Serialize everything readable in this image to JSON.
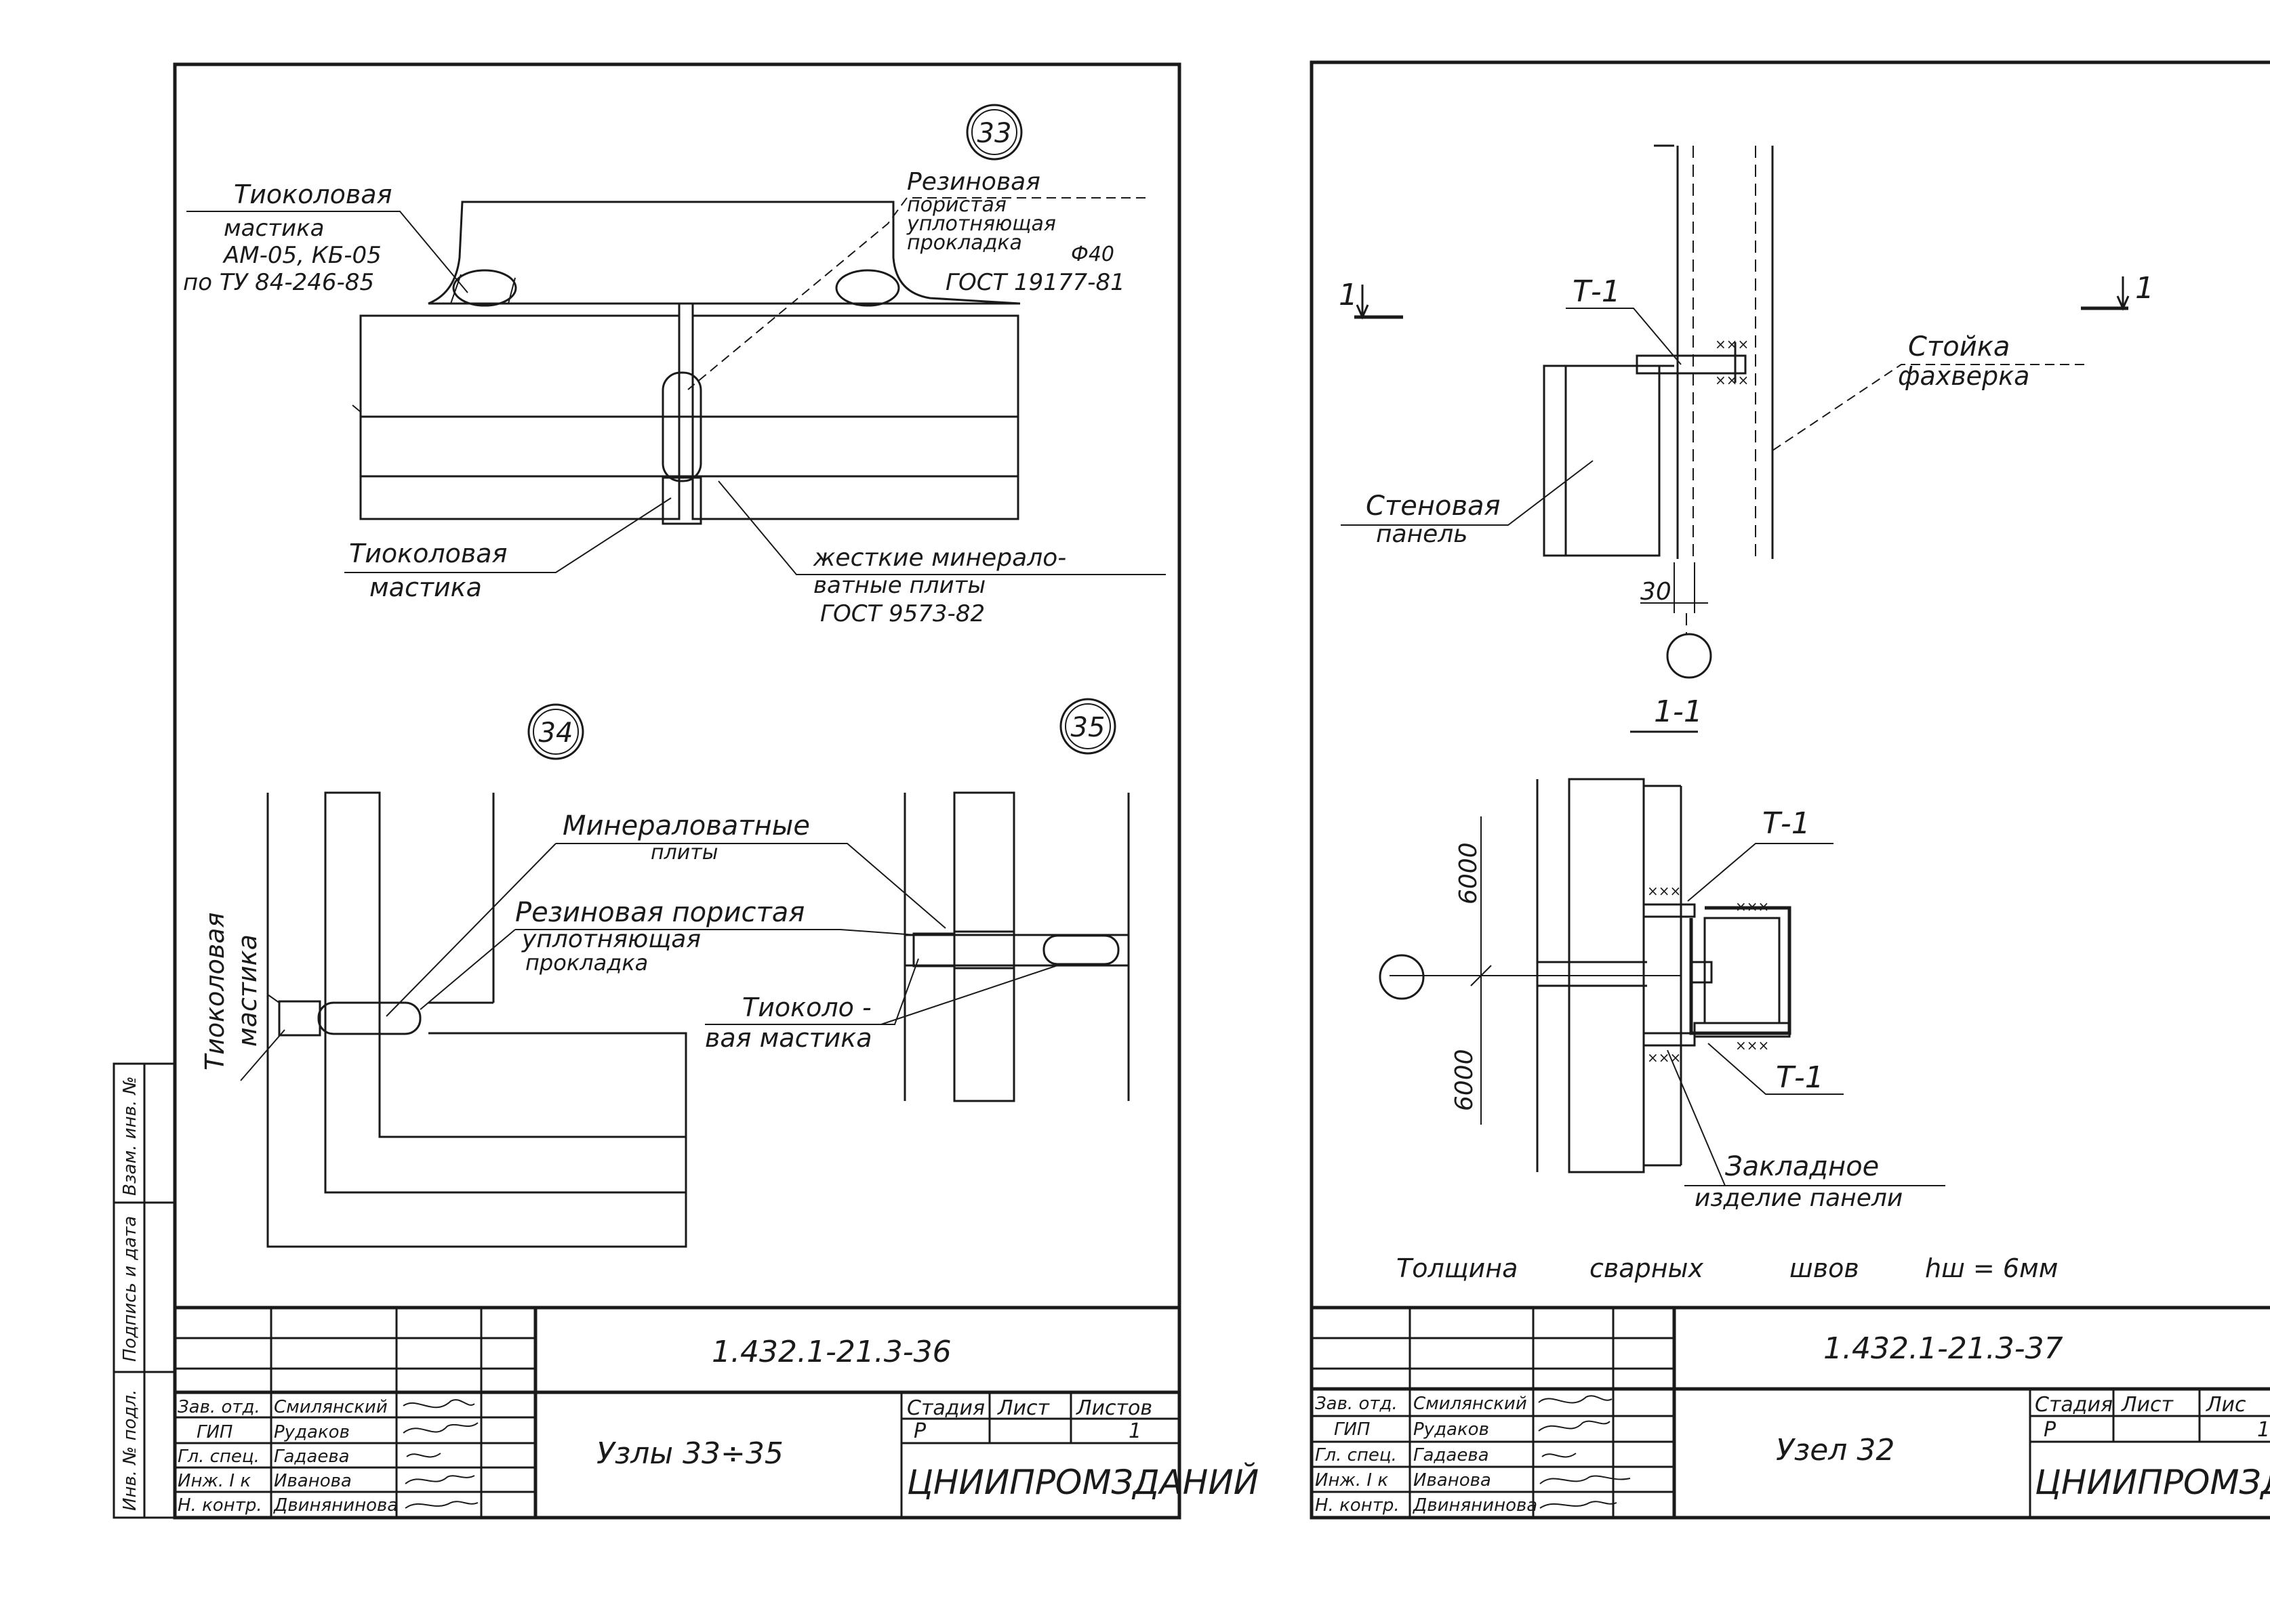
{
  "sheet_left": {
    "node33": {
      "number": "33",
      "thiokol_mastic_top": [
        "Тиоколовая",
        "мастика",
        "АМ-05, КБ-05",
        "по ТУ 84-246-85"
      ],
      "rubber_gasket": [
        "Резиновая",
        "пористая",
        "уплотняющая",
        "прокладка",
        "Ф40",
        "ГОСТ 19177-81"
      ],
      "thiokol_mastic_bottom": [
        "Тиоколовая",
        "мастика"
      ],
      "mineral_plates": [
        "жесткие минерало-",
        "ватные плиты",
        "ГОСТ 9573-82"
      ]
    },
    "node34": {
      "number": "34",
      "mineral_wool": [
        "Минераловатные",
        "плиты"
      ],
      "rubber_gasket": [
        "Резиновая пористая",
        "уплотняющая",
        "прокладка"
      ],
      "thiokol_mastic": [
        "Тиоколовая",
        "мастика"
      ]
    },
    "node35": {
      "number": "35",
      "thiokol_mastic": [
        "Тиоколо -",
        "вая мастика"
      ]
    },
    "title_block": {
      "code": "1.432.1-21.3-36",
      "title": "Узлы 33÷35",
      "stage_header": "Стадия",
      "sheet_header": "Лист",
      "sheets_header": "Листов",
      "stage_value": "Р",
      "sheets_value": "1",
      "organization": "ЦНИИПРОМЗДАНИЙ",
      "staff": [
        {
          "role": "Зав. отд.",
          "name": "Смилянский"
        },
        {
          "role": "ГИП",
          "name": "Рудаков"
        },
        {
          "role": "Гл. спец.",
          "name": "Гадаева"
        },
        {
          "role": "Инж. I к",
          "name": "Иванова"
        },
        {
          "role": "Н. контр.",
          "name": "Двинянинова"
        }
      ]
    },
    "side_stamp": [
      "Инв. № подл.",
      "Подпись и дата",
      "Взам. инв. №"
    ]
  },
  "sheet_right": {
    "section_mark": "1",
    "section_title": "1-1",
    "t1_label": "Т-1",
    "post_label": [
      "Стойка",
      "фахверка"
    ],
    "panel_label": [
      "Стеновая",
      "панель"
    ],
    "dim_30": "30",
    "dim_6000": "6000",
    "embedded_label": [
      "Закладное",
      "изделие панели"
    ],
    "weld_note": [
      "Толщина",
      "сварных",
      "швов",
      "hш = 6мм"
    ],
    "title_block": {
      "code": "1.432.1-21.3-37",
      "title": "Узел 32",
      "stage_header": "Стадия",
      "sheet_header": "Лист",
      "sheets_header": "Лис",
      "stage_value": "Р",
      "sheets_value": "1",
      "organization": "ЦНИИПРОМЗДА",
      "staff": [
        {
          "role": "Зав. отд.",
          "name": "Смилянский"
        },
        {
          "role": "ГИП",
          "name": "Рудаков"
        },
        {
          "role": "Гл. спец.",
          "name": "Гадаева"
        },
        {
          "role": "Инж. I к",
          "name": "Иванова"
        },
        {
          "role": "Н. контр.",
          "name": "Двинянинова"
        }
      ]
    }
  }
}
